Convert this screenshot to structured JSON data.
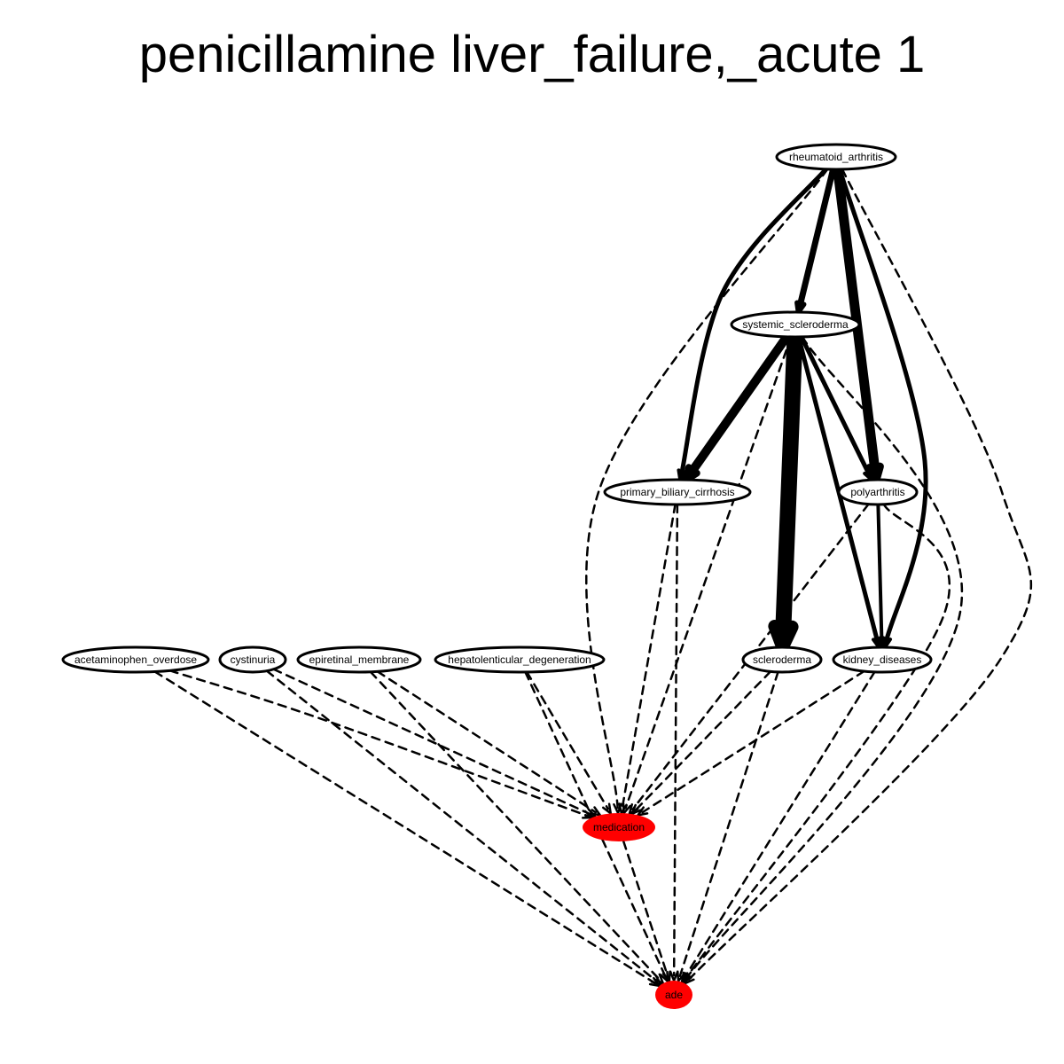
{
  "title": "penicillamine liver_failure,_acute 1",
  "colors": {
    "background": "#ffffff",
    "edge": "#000000",
    "node_default_fill": "#ffffff",
    "node_highlight_fill": "#ff0000"
  },
  "nodes": [
    {
      "id": "rheumatoid_arthritis",
      "label": "rheumatoid_arthritis",
      "highlight": false
    },
    {
      "id": "systemic_scleroderma",
      "label": "systemic_scleroderma",
      "highlight": false
    },
    {
      "id": "primary_biliary_cirrhosis",
      "label": "primary_biliary_cirrhosis",
      "highlight": false
    },
    {
      "id": "polyarthritis",
      "label": "polyarthritis",
      "highlight": false
    },
    {
      "id": "acetaminophen_overdose",
      "label": "acetaminophen_overdose",
      "highlight": false
    },
    {
      "id": "cystinuria",
      "label": "cystinuria",
      "highlight": false
    },
    {
      "id": "epiretinal_membrane",
      "label": "epiretinal_membrane",
      "highlight": false
    },
    {
      "id": "hepatolenticular_degeneration",
      "label": "hepatolenticular_degeneration",
      "highlight": false
    },
    {
      "id": "scleroderma",
      "label": "scleroderma",
      "highlight": false
    },
    {
      "id": "kidney_diseases",
      "label": "kidney_diseases",
      "highlight": false
    },
    {
      "id": "medication",
      "label": "medication",
      "highlight": true
    },
    {
      "id": "ade",
      "label": "ade",
      "highlight": true
    }
  ],
  "edges": [
    {
      "from": "rheumatoid_arthritis",
      "to": "systemic_scleroderma",
      "style": "solid",
      "weight": 7
    },
    {
      "from": "rheumatoid_arthritis",
      "to": "primary_biliary_cirrhosis",
      "style": "solid",
      "weight": 5
    },
    {
      "from": "rheumatoid_arthritis",
      "to": "polyarthritis",
      "style": "solid",
      "weight": 11
    },
    {
      "from": "rheumatoid_arthritis",
      "to": "kidney_diseases",
      "style": "solid",
      "weight": 5
    },
    {
      "from": "rheumatoid_arthritis",
      "to": "medication",
      "style": "dashed",
      "weight": 2.5
    },
    {
      "from": "rheumatoid_arthritis",
      "to": "ade",
      "style": "dashed",
      "weight": 2.5
    },
    {
      "from": "systemic_scleroderma",
      "to": "primary_biliary_cirrhosis",
      "style": "solid",
      "weight": 10
    },
    {
      "from": "systemic_scleroderma",
      "to": "scleroderma",
      "style": "solid",
      "weight": 18
    },
    {
      "from": "systemic_scleroderma",
      "to": "polyarthritis",
      "style": "solid",
      "weight": 5
    },
    {
      "from": "systemic_scleroderma",
      "to": "kidney_diseases",
      "style": "solid",
      "weight": 5
    },
    {
      "from": "systemic_scleroderma",
      "to": "medication",
      "style": "dashed",
      "weight": 2.5
    },
    {
      "from": "systemic_scleroderma",
      "to": "ade",
      "style": "dashed",
      "weight": 2.5
    },
    {
      "from": "primary_biliary_cirrhosis",
      "to": "medication",
      "style": "dashed",
      "weight": 2.5
    },
    {
      "from": "primary_biliary_cirrhosis",
      "to": "ade",
      "style": "dashed",
      "weight": 2.5
    },
    {
      "from": "polyarthritis",
      "to": "kidney_diseases",
      "style": "solid",
      "weight": 4
    },
    {
      "from": "polyarthritis",
      "to": "medication",
      "style": "dashed",
      "weight": 2.5
    },
    {
      "from": "polyarthritis",
      "to": "ade",
      "style": "dashed",
      "weight": 2.5
    },
    {
      "from": "acetaminophen_overdose",
      "to": "medication",
      "style": "dashed",
      "weight": 2.5
    },
    {
      "from": "acetaminophen_overdose",
      "to": "ade",
      "style": "dashed",
      "weight": 2.5
    },
    {
      "from": "cystinuria",
      "to": "medication",
      "style": "dashed",
      "weight": 2.5
    },
    {
      "from": "cystinuria",
      "to": "ade",
      "style": "dashed",
      "weight": 2.5
    },
    {
      "from": "epiretinal_membrane",
      "to": "medication",
      "style": "dashed",
      "weight": 2.5
    },
    {
      "from": "epiretinal_membrane",
      "to": "ade",
      "style": "dashed",
      "weight": 2.5
    },
    {
      "from": "hepatolenticular_degeneration",
      "to": "medication",
      "style": "dashed",
      "weight": 2.5
    },
    {
      "from": "hepatolenticular_degeneration",
      "to": "ade",
      "style": "dashed",
      "weight": 2.5
    },
    {
      "from": "scleroderma",
      "to": "medication",
      "style": "dashed",
      "weight": 2.5
    },
    {
      "from": "scleroderma",
      "to": "ade",
      "style": "dashed",
      "weight": 2.5
    },
    {
      "from": "kidney_diseases",
      "to": "medication",
      "style": "dashed",
      "weight": 2.5
    },
    {
      "from": "kidney_diseases",
      "to": "ade",
      "style": "dashed",
      "weight": 2.5
    },
    {
      "from": "medication",
      "to": "ade",
      "style": "dashed",
      "weight": 2.5
    }
  ]
}
